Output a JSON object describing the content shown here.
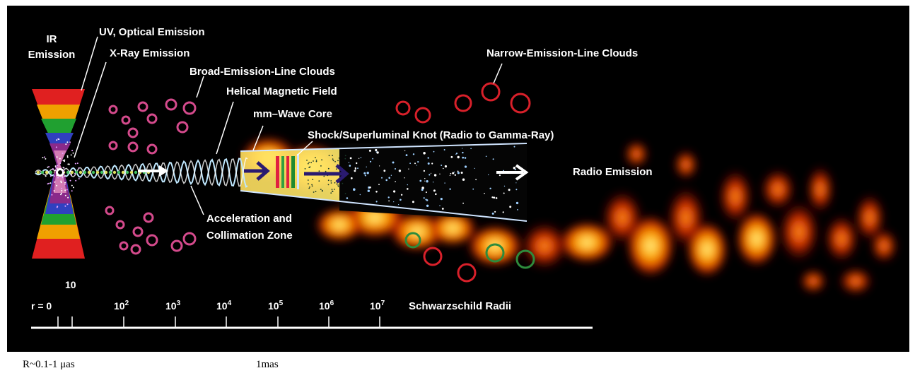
{
  "labels": {
    "ir_emission": "IR Emission",
    "ir_line1": "IR",
    "ir_line2": "Emission",
    "uv_optical": "UV, Optical Emission",
    "xray": "X-Ray Emission",
    "broad_line_clouds": "Broad-Emission-Line Clouds",
    "helical_field": "Helical Magnetic Field",
    "mm_core": "mm–Wave Core",
    "shock_knot": "Shock/Superluminal Knot (Radio to Gamma-Ray)",
    "narrow_line_clouds": "Narrow-Emission-Line Clouds",
    "radio_emission": "Radio Emission",
    "accel_line1": "Acceleration and",
    "accel_line2": "Collimation Zone"
  },
  "scale": {
    "r_label": "r = 0",
    "ten": "10",
    "ticks": [
      {
        "base": "10",
        "exp": "2"
      },
      {
        "base": "10",
        "exp": "3"
      },
      {
        "base": "10",
        "exp": "4"
      },
      {
        "base": "10",
        "exp": "5"
      },
      {
        "base": "10",
        "exp": "6"
      },
      {
        "base": "10",
        "exp": "7"
      }
    ],
    "unit": "Schwarzschild Radii"
  },
  "captions": {
    "left": "R~0.1-1 μas",
    "middle": "1mas"
  },
  "colors": {
    "background": "#000000",
    "cloud": "#d44a8c",
    "narrow_cloud": "#d8202a",
    "green_ring": "#2e8b3c",
    "jet_core": "#ffe84a",
    "jet_hot": "#ff8a00",
    "jet_red": "#c01800",
    "arrow": "#3a2a8c"
  }
}
